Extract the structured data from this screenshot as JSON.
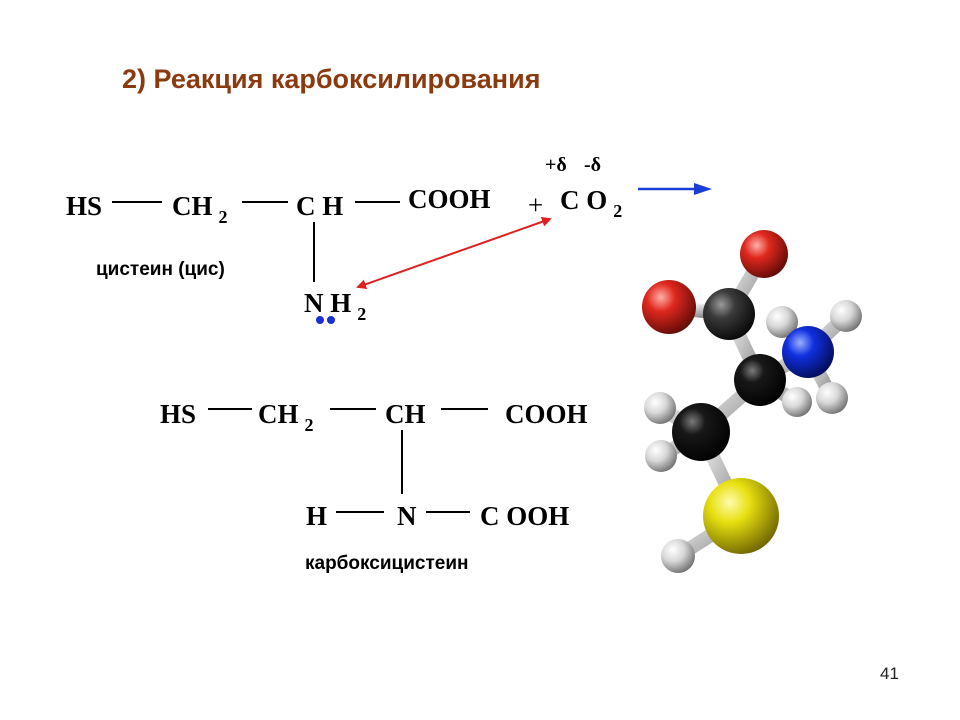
{
  "title": "2) Реакция карбоксилирования",
  "reaction1": {
    "hs": "HS",
    "ch2": "CH",
    "ch2_sub": "2",
    "ch": "C H",
    "cooh": "COOH",
    "plus": "+",
    "co2": "C O",
    "co2_sub": "2",
    "charge_plus": "+δ",
    "charge_minus": "-δ",
    "nh2": "N H",
    "nh2_sub": "2",
    "name": "цистеин (цис)"
  },
  "reaction2": {
    "hs": "HS",
    "ch2": "CH",
    "ch2_sub": "2",
    "ch": "CH",
    "cooh": "COOH",
    "h": "H",
    "n": "N",
    "cooh2": "C OOH",
    "name": "карбоксицистеин"
  },
  "colors": {
    "title": "#8b3a10",
    "reaction_arrow": "#1a3fd6",
    "attack_arrow": "#e02020",
    "lone_pair": "#1a2fd6"
  },
  "model_atoms": [
    "oxygen-red",
    "oxygen-red",
    "carbon-dark",
    "carbon-dark",
    "carbon-dark",
    "nitrogen-blue",
    "sulfur-yellow",
    "hydrogen-white"
  ],
  "page_number": "41"
}
